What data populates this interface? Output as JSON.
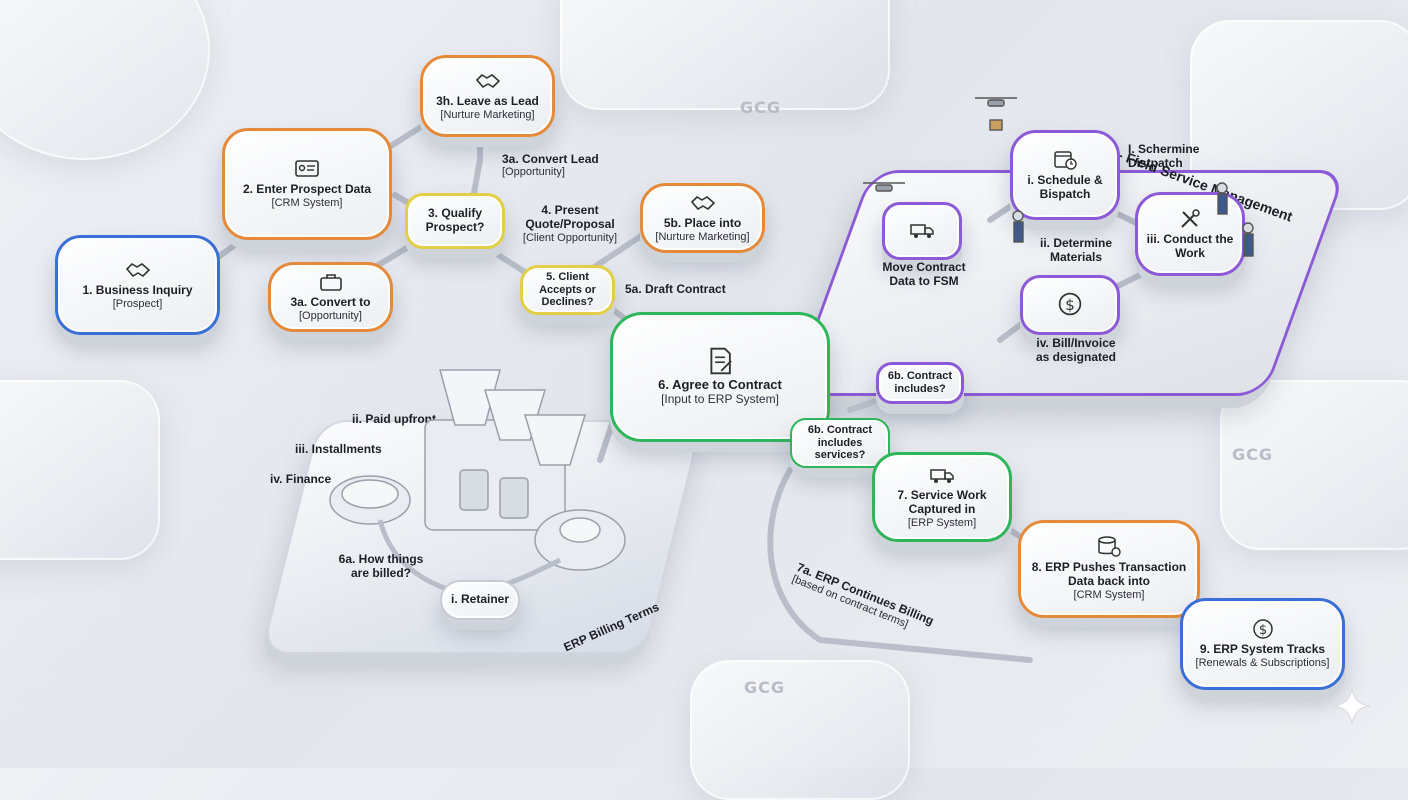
{
  "watermark": "GCG",
  "nodes": {
    "n1": {
      "title": "1. Business Inquiry",
      "sub": "[Prospect]"
    },
    "n2": {
      "title": "2. Enter Prospect Data",
      "sub": "[CRM System]"
    },
    "n3h": {
      "title": "3h. Leave as Lead",
      "sub": "[Nurture Marketing]"
    },
    "n3a_top": {
      "title": "3a. Convert Lead",
      "sub": "[Opportunity]"
    },
    "n3q": {
      "title": "3. Qualify Prospect?"
    },
    "n3a_bottom": {
      "title": "3a. Convert to",
      "sub": "[Opportunity]"
    },
    "n4": {
      "title": "4. Present Quote/Proposal",
      "sub": "[Client Opportunity]"
    },
    "n5b": {
      "title": "5b. Place into",
      "sub": "[Nurture Marketing]"
    },
    "n5": {
      "title": "5. Client Accepts or Declines?"
    },
    "n5a": {
      "title": "5a. Draft Contract"
    },
    "n6": {
      "title": "6. Agree to Contract",
      "sub": "[Input to ERP System]"
    },
    "n6b_top": {
      "title": "6b. Contract includes?"
    },
    "n6b": {
      "title": "6b. Contract includes services?"
    },
    "n7": {
      "title": "7. Service Work Captured in",
      "sub": "[ERP System]"
    },
    "n8": {
      "title": "8. ERP Pushes Transaction Data back into",
      "sub": "[CRM System]"
    },
    "n9": {
      "title": "9. ERP System Tracks",
      "sub": "[Renewals & Subscriptions]"
    },
    "n7a": {
      "title": "7a. ERP Continues Billing",
      "sub": "[based on contract terms]"
    }
  },
  "billing": {
    "paid_upfront": "ii. Paid upfront",
    "installments": "iii. Installments",
    "finance": "iv. Finance",
    "how_billed": "6a. How things are billed?",
    "retainer": "i. Retainer",
    "platform_label": "ERP Billing Terms"
  },
  "fsm": {
    "title": "FSM - Field Service Management",
    "schedule": "i. Schedule & Bispatch",
    "schermine": "I. Schermine Distpatch",
    "conduct": "iii. Conduct the Work",
    "determine": "ii. Determine Materials",
    "move": "Move Contract Data to FSM",
    "bill": "iv. Bill/Invoice as designated"
  }
}
